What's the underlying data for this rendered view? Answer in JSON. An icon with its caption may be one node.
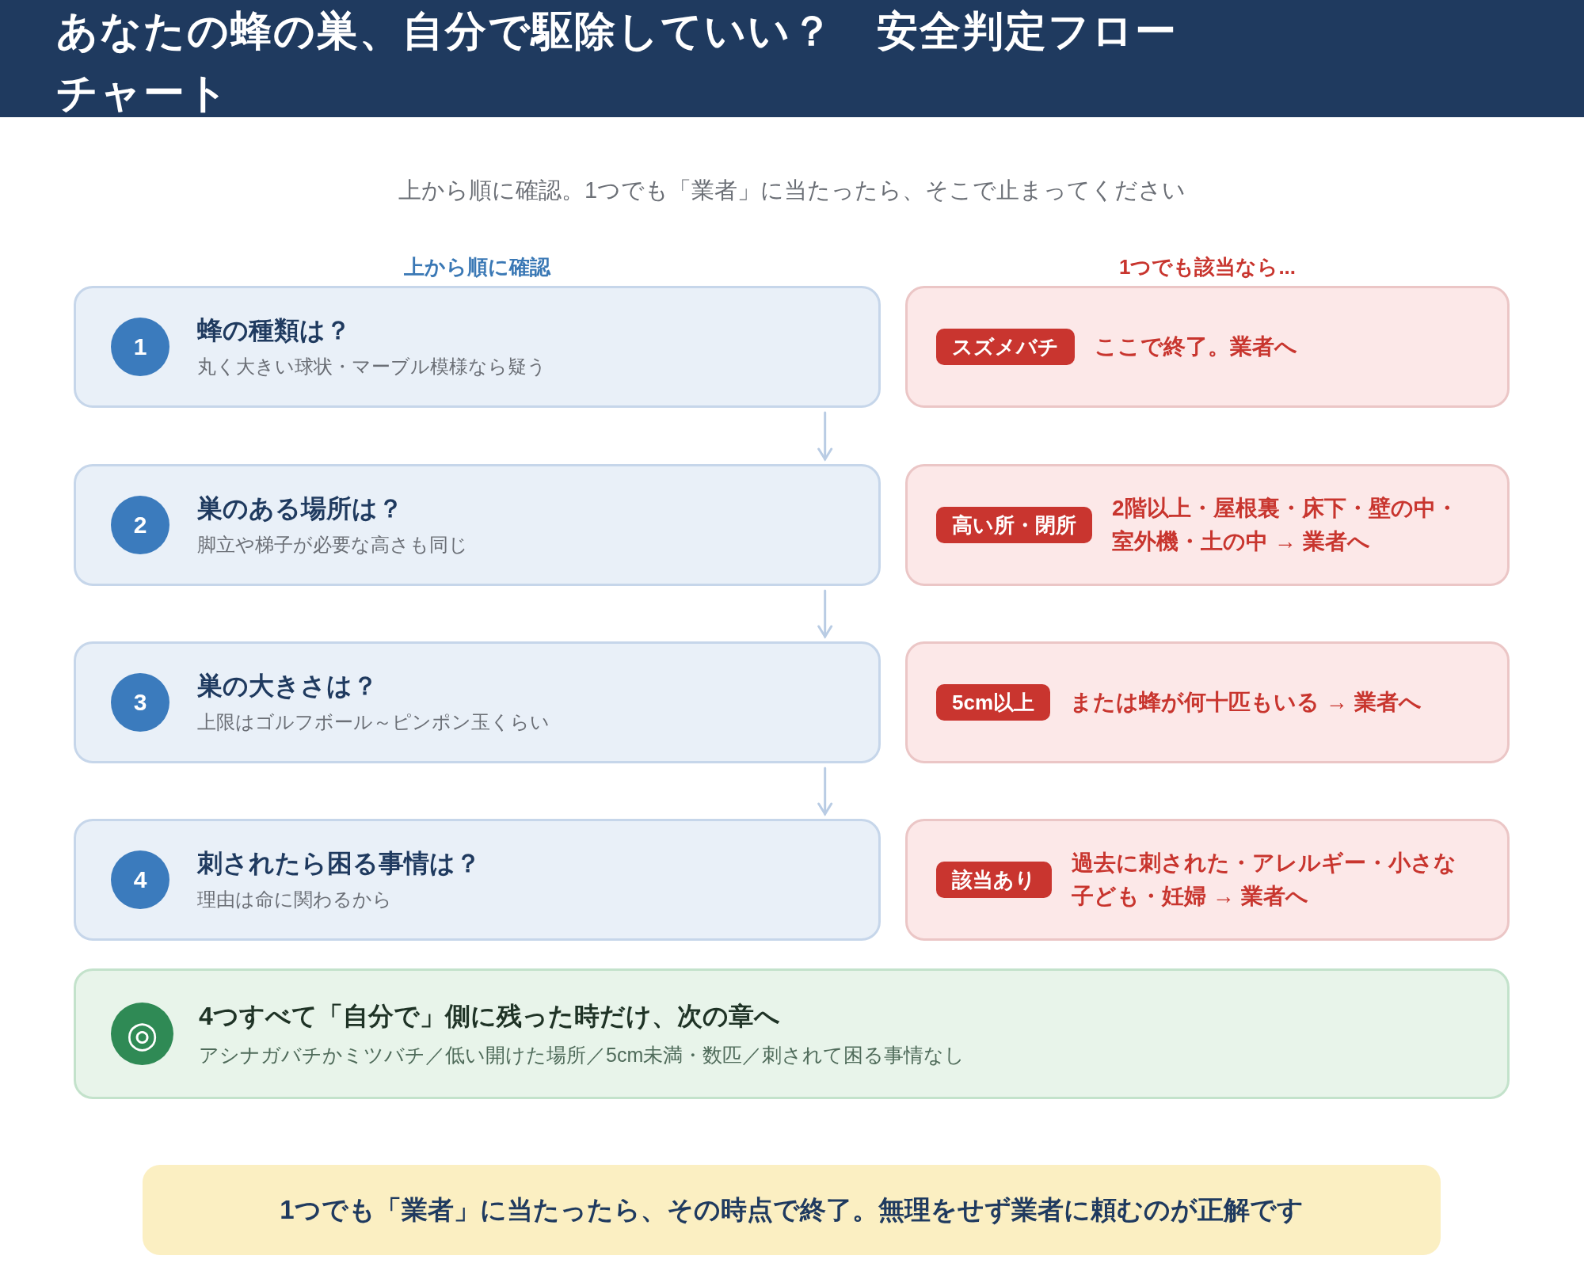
{
  "diagram": {
    "title": "あなたの蜂の巣、自分で駆除していい？　安全判定フローチャート",
    "nodes": [
      {
        "text": [
          "蜂の種類は？",
          "丸く大きい球状・マーブル模様なら疑う"
        ]
      },
      {
        "text": [
          "1"
        ],
        "in": 0
      },
      {
        "text": [
          "ここで終了。業者へ"
        ]
      },
      {
        "text": [
          "スズメバチ"
        ],
        "in": 2
      },
      {
        "text": [
          "巣のある場所は？",
          "脚立や梯子が必要な高さも同じ"
        ]
      },
      {
        "text": [
          "2"
        ],
        "in": 4
      },
      {
        "text": [
          "2階以上・屋根裏・床下・壁の中・室外機・土の中 → 業者へ"
        ]
      },
      {
        "text": [
          "高い所・閉所"
        ],
        "in": 6
      },
      {
        "text": [
          "巣の大きさは？",
          "上限はゴルフボール～ピンポン玉くらい"
        ]
      },
      {
        "text": [
          "3"
        ],
        "in": 8
      },
      {
        "text": [
          "または蜂が何十匹もいる → 業者へ"
        ]
      },
      {
        "text": [
          "5cm以上"
        ],
        "in": 10
      },
      {
        "text": [
          "刺されたら困る事情は？",
          "理由は命に関わるから"
        ]
      },
      {
        "text": [
          "4"
        ],
        "in": 12
      },
      {
        "text": [
          "過去に刺された・アレルギー・小さな子ども・妊婦 → 業者へ"
        ]
      },
      {
        "text": [
          "該当あり"
        ],
        "in": 14
      },
      {
        "text": [
          "4つすべて「自分で」側に残った時だけ、次の章へ",
          "アシナガバチかミツバチ／低い開けた場所／5cm未満・数匹／刺されて困る事情なし"
        ]
      },
      {
        "text": [
          "◎"
        ],
        "in": 16
      },
      {
        "text": [
          "1つでも「業者」に当たったら、その時点で終了。無理をせず業者に頼むのが正解です"
        ]
      }
    ],
    "edges": [
      {
        "from": 0,
        "to": 4,
        "arrow": "to"
      },
      {
        "from": 4,
        "to": 8,
        "arrow": "to"
      },
      {
        "from": 8,
        "to": 12,
        "arrow": "to"
      }
    ],
    "labels": [
      "上から順に確認。1つでも「業者」に当たったら、そこで止まってください",
      "上から順に確認",
      "1つでも該当なら..."
    ]
  }
}
